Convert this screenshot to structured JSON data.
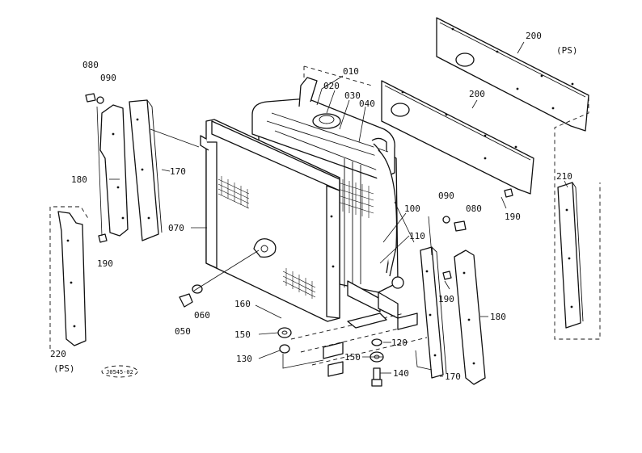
{
  "parts": [
    {
      "id": "p010",
      "label": "010"
    },
    {
      "id": "p020",
      "label": "020"
    },
    {
      "id": "p030",
      "label": "030"
    },
    {
      "id": "p040",
      "label": "040"
    },
    {
      "id": "p050",
      "label": "050"
    },
    {
      "id": "p060",
      "label": "060"
    },
    {
      "id": "p070",
      "label": "070"
    },
    {
      "id": "p080a",
      "label": "080"
    },
    {
      "id": "p080b",
      "label": "080"
    },
    {
      "id": "p090a",
      "label": "090"
    },
    {
      "id": "p090b",
      "label": "090"
    },
    {
      "id": "p100",
      "label": "100"
    },
    {
      "id": "p110",
      "label": "110"
    },
    {
      "id": "p120",
      "label": "120"
    },
    {
      "id": "p130",
      "label": "130"
    },
    {
      "id": "p140",
      "label": "140"
    },
    {
      "id": "p150a",
      "label": "150"
    },
    {
      "id": "p150b",
      "label": "150"
    },
    {
      "id": "p160",
      "label": "160"
    },
    {
      "id": "p170a",
      "label": "170"
    },
    {
      "id": "p170b",
      "label": "170"
    },
    {
      "id": "p180a",
      "label": "180"
    },
    {
      "id": "p180b",
      "label": "180"
    },
    {
      "id": "p190a",
      "label": "190"
    },
    {
      "id": "p190b",
      "label": "190"
    },
    {
      "id": "p190c",
      "label": "190"
    },
    {
      "id": "p200a",
      "label": "200"
    },
    {
      "id": "p200b",
      "label": "200"
    },
    {
      "id": "p210",
      "label": "210"
    },
    {
      "id": "p220",
      "label": "220"
    }
  ],
  "ps_note_200": "(PS)",
  "ps_note_220": "(PS)",
  "drawing_code": "J0545-02"
}
